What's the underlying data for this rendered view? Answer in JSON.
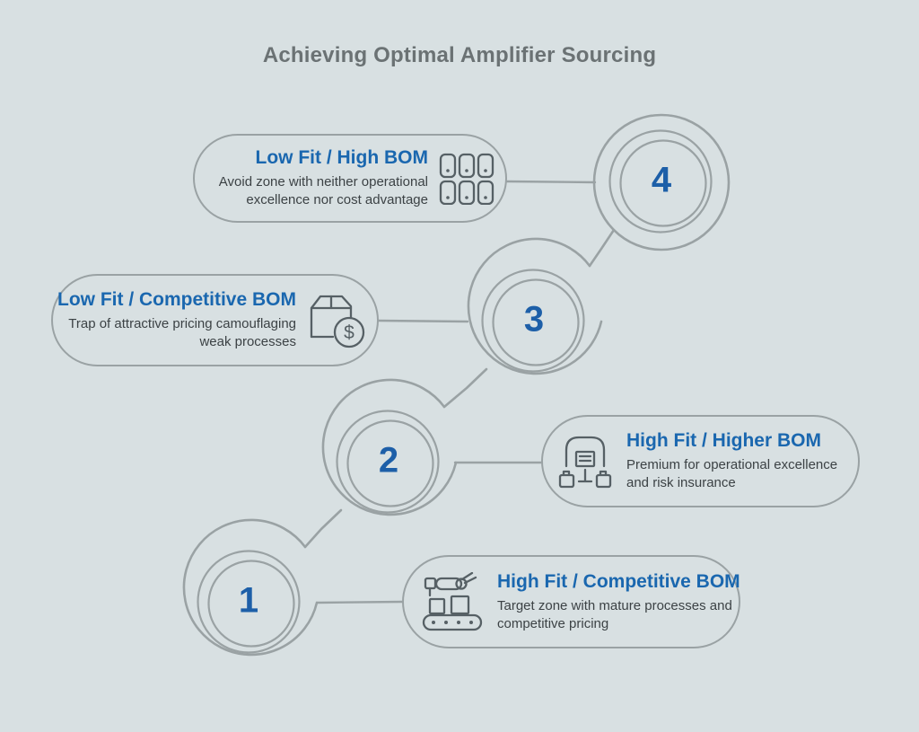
{
  "title": "Achieving Optimal Amplifier Sourcing",
  "colors": {
    "background": "#d8e0e2",
    "line_gray": "#9aa2a4",
    "heading_blue": "#1a67af",
    "number_blue": "#1d5fa8",
    "description_gray": "#3c4245",
    "title_gray": "#6b7274",
    "icon_gray": "#566065"
  },
  "steps": [
    {
      "number": "1",
      "heading": "High Fit / Competitive BOM",
      "description": "Target zone with mature processes and competitive pricing",
      "icon": "robot-arm-conveyor-icon"
    },
    {
      "number": "2",
      "heading": "High Fit / Higher BOM",
      "description": "Premium for operational excellence and risk insurance",
      "icon": "warehouse-distribution-icon"
    },
    {
      "number": "3",
      "heading": "Low Fit / Competitive BOM",
      "description": "Trap of attractive pricing camouflaging weak processes",
      "icon": "package-dollar-icon"
    },
    {
      "number": "4",
      "heading": "Low Fit / High BOM",
      "description": "Avoid zone with neither operational excellence nor cost advantage",
      "icon": "component-grid-icon"
    }
  ]
}
